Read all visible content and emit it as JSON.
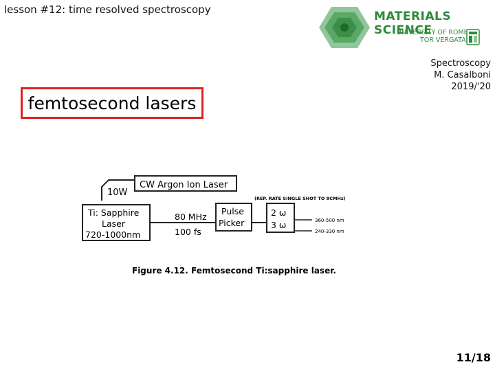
{
  "header": {
    "lesson_title": "lesson #12: time resolved spectroscopy"
  },
  "logo": {
    "brand": "MATERIALS SCIENCE",
    "university_line1": "UNIVERSITY OF ROME",
    "university_line2": "TOR VERGATA",
    "colors": {
      "green": "#2e8b3a",
      "light_green": "#8fc79a"
    }
  },
  "course": {
    "name": "Spectroscopy",
    "author": "M. Casalboni",
    "year": "2019/'20"
  },
  "topic": {
    "title": "femtosecond lasers",
    "border_color": "#e02020"
  },
  "figure": {
    "pump_power": "10W",
    "pump_laser": "CW Argon Ion Laser",
    "laser_line1": "Ti: Sapphire",
    "laser_line2": "Laser",
    "laser_line3": "720-1000nm",
    "rep_rate": "80 MHz",
    "pulse_width": "100 fs",
    "picker_line1": "Pulse",
    "picker_line2": "Picker",
    "harmonic_2": "2 ω",
    "harmonic_3": "3 ω",
    "note": "(REP. RATE SINGLE SHOT TO 8CMHz)",
    "range_2": "360-500 nm",
    "range_3": "240-330 nm",
    "caption": "Figure 4.12.   Femtosecond Ti:sapphire laser."
  },
  "footer": {
    "page": "11/18"
  }
}
